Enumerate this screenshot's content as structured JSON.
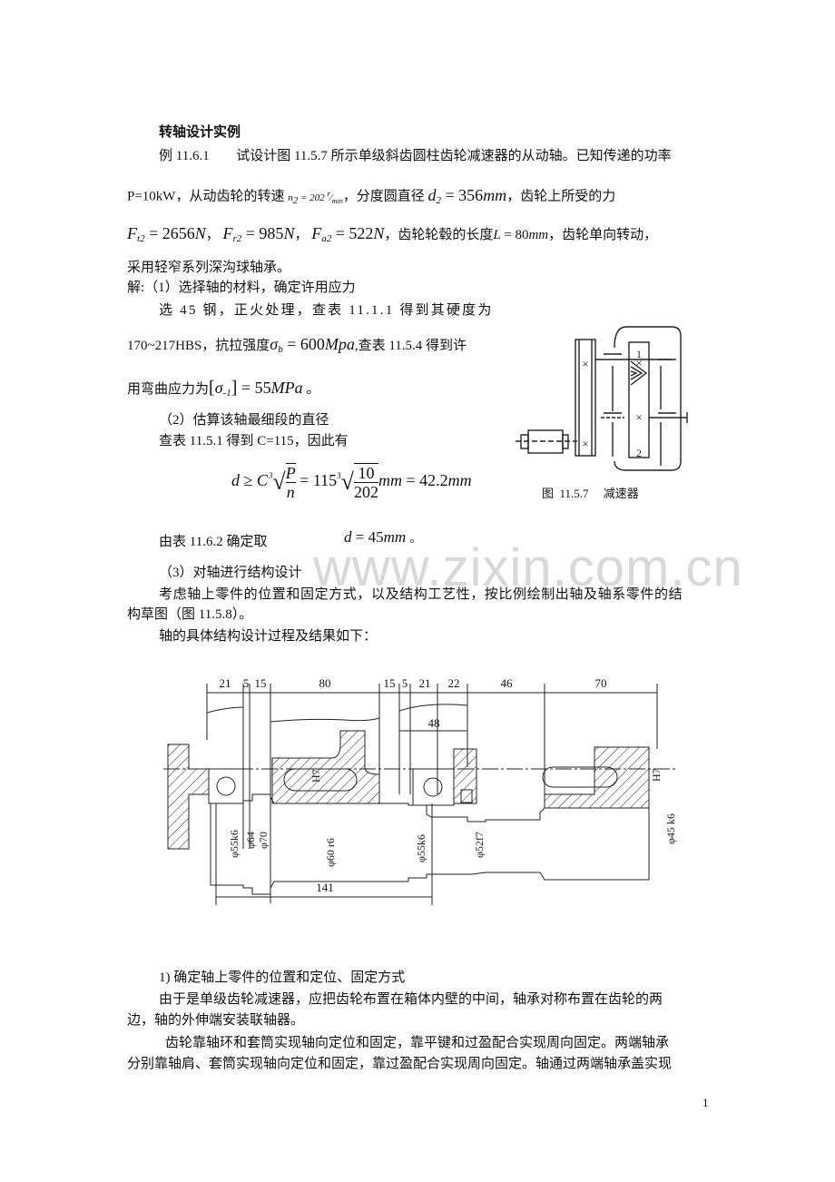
{
  "document": {
    "title": "转轴设计实例",
    "page_number": "1",
    "watermark": "www.zixin.com.cn"
  },
  "example": {
    "label": "例 11.6.1",
    "intro": "试设计图 11.5.7 所示单级斜齿圆柱齿轮减速器的从动轴。已知传递的功率",
    "line2_a": "P=10kW，从动齿轮的转速",
    "speed_formula": "n₂ = 202 r/min",
    "line2_b": "，分度圆直径",
    "diameter_formula": "d₂ = 356mm",
    "line2_c": "，齿轮上所受的力",
    "ft_formula": "Ft2 = 2656N",
    "fr_formula": "Fr2 = 985N",
    "fa_formula": "Fa2 = 522N",
    "line3_a": "，齿轮轮毂的长度",
    "length_formula": "L = 80mm",
    "line3_b": "，齿轮单向转动，",
    "line4": "采用轻窄系列深沟球轴承。"
  },
  "solution": {
    "step1_heading": "解:（1）选择轴的材料，确定许用应力",
    "step1_line1": "选 45 钢，正火处理，查表 11.1.1 得到其硬度为",
    "step1_line2_a": "170~217HBS，抗拉强度",
    "sigma_b_formula": "σb = 600Mpa",
    "step1_line2_b": ",查表 11.5.4 得到许",
    "step1_line3_a": "用弯曲应力为",
    "sigma_formula": "[σ-1] = 55MPa",
    "step1_line3_b": "。",
    "step2_heading": "（2）估算该轴最细段的直径",
    "step2_line1": "查表 11.5.1 得到 C=115，因此有",
    "step2_formula": {
      "lhs": "d ≥ C",
      "frac1_num": "P",
      "frac1_den": "n",
      "mid": "= 115",
      "frac2_num": "10",
      "frac2_den": "202",
      "rhs": "mm = 42.2mm"
    },
    "step2_line2": "由表 11.6.2 确定取",
    "step2_result": "d = 45mm",
    "step2_result_end": "。",
    "step3_heading": "（3）对轴进行结构设计",
    "step3_line1": "考虑轴上零件的位置和固定方式，以及结构工艺性，按比例绘制出轴及轴系零件的结",
    "step3_line2": "构草图（图 11.5.8）。",
    "step3_line3": "轴的具体结构设计过程及结果如下："
  },
  "figure_reducer": {
    "caption": "图  11.5.7     减速器",
    "gear_labels": [
      "1",
      "2"
    ],
    "center_marks": [
      "×",
      "×",
      "×",
      "×"
    ]
  },
  "figure_shaft": {
    "top_dimensions": [
      "21",
      "5",
      "15",
      "80",
      "15",
      "5",
      "21",
      "22",
      "46",
      "70"
    ],
    "inner_dimension": "48",
    "bottom_dimension": "141",
    "diameter_labels": [
      "φ55k6",
      "φ64",
      "φ70",
      "φ60 r6",
      "φ55k6",
      "φ52f7",
      "φ45 k6"
    ],
    "fit_labels": [
      "H7",
      "H7"
    ]
  },
  "section": {
    "heading": "1)  确定轴上零件的位置和定位、固定方式",
    "para1_line1": "由于是单级齿轮减速器，应把齿轮布置在箱体内壁的中间，轴承对称布置在齿轮的两",
    "para1_line2": "边，轴的外伸端安装联轴器。",
    "para2_line1": "齿轮靠轴环和套筒实现轴向定位和固定，靠平键和过盈配合实现周向固定。两端轴承",
    "para2_line2": "分别靠轴肩、套筒实现轴向定位和固定，靠过盈配合实现周向固定。轴通过两端轴承盖实现"
  }
}
